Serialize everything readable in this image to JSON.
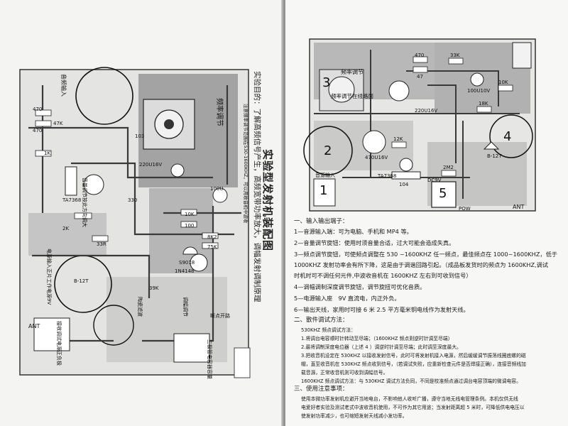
{
  "left": {
    "title": "实验型发射机装配图",
    "subtitle": "实验目的：了解高频信号产生，高频宽带功率放大，调幅发射调制原理",
    "board_labels": {
      "audio_in": "音频输入",
      "power": "电源输入正片工作电源9V",
      "freq_tune": "频率调节",
      "freq_note": "注意频率调节范围在530-1600KHZ，可以用收音机中波收",
      "ant": "ANT",
      "r470a": "470",
      "r47": "47K",
      "r470b": "470",
      "r1k": "1K",
      "r2k": "2K",
      "r10k": "10K",
      "r330": "330",
      "r33": "33R",
      "r100": "100",
      "r8k2": "8K2",
      "r75k": "75K",
      "r39k": "39K",
      "q1": "S9018",
      "d1": "1N4148",
      "ic": "TA7368",
      "vol1": "音量调节按此方向调大",
      "vol2": "调幅调节",
      "ceramic": "陶瓷滤波",
      "b12": "B-12T",
      "note_left": "接收调试电源正负极",
      "cap": "103",
      "elec1": "220U16V",
      "elec2": "100U",
      "dots": "断点开路",
      "tri": "三极管电容器容量"
    }
  },
  "right": {
    "board_labels": {
      "freq_tune": "频率调节",
      "freq_range": "频率调节在线路面",
      "ant": "ANT",
      "audio_in": "音源输入",
      "ic": "TA7368",
      "r470": "470",
      "r47": "47",
      "r33k": "33K",
      "r18k": "18K",
      "r10k": "10K",
      "rs": "12K",
      "r2m": "2M2",
      "b12": "B-12T",
      "pwr": "POW",
      "n1": "1",
      "n2": "2",
      "n3": "3",
      "n4": "4",
      "n5": "5",
      "elec": "470U16V",
      "elec2": "100U10V",
      "elec3": "220U16V",
      "cap104": "104",
      "pwrin": "DC9V"
    },
    "sections": [
      {
        "text": "一、输入输出端子：",
        "cls": "head"
      },
      {
        "text": "1—音源输入端：可为电脑、手机和 MP4 等。",
        "cls": ""
      },
      {
        "text": "2—音量调节旋钮：使用时须音量合适，过大可能会造成失真。",
        "cls": ""
      },
      {
        "text": "3—频点调节旋钮，可使频点调整在 530 ~1600KHZ 任一频点，最佳频点在 1000~1600KHZ，低于",
        "cls": ""
      },
      {
        "text": "1000KHZ 发射功率会有所下降，这是由于调谐回路引起。（成品板发货时的频点为 1600KHZ,调试",
        "cls": ""
      },
      {
        "text": "时机时可不调任何元件,中波收音机在 1600KHZ 左右到可收到信号）",
        "cls": ""
      },
      {
        "text": "4—调幅调制深度调节旋钮，调节旋扭可优化音质。",
        "cls": ""
      },
      {
        "text": "5—电源输入座　9V 直流电，内正外负。",
        "cls": ""
      },
      {
        "text": "6—输出天线，家用时可接 6 米 2.5 平方毫米铜电线作为发射天线。",
        "cls": ""
      },
      {
        "text": "二、散件调试方法：",
        "cls": "head"
      },
      {
        "text": "530KHZ 频点调试方法：",
        "cls": "small"
      },
      {
        "text": "1.将调台电容顺时针转动至尽端；（1600KHZ 频点则逆时针调至尽端）",
        "cls": "small"
      },
      {
        "text": "2.最将调制深度电位器（上述 4 ）调逆时针调至尽端；此时调至深度最大。",
        "cls": "small"
      },
      {
        "text": "3.把收音机设定在 530KHZ 以接收发射信号，此时可将发射机接入电源，然后缓缓调节振荡线圈底螺的磁",
        "cls": "small"
      },
      {
        "text": "帽，直至收音机在 530KHZ 频点收到信号，（若调试失败，应重新检查元件是否焊接正确），连接音频线加",
        "cls": "small"
      },
      {
        "text": "载音源，正常收音机则可收到调幅信号。",
        "cls": "small"
      },
      {
        "text": "1600KHZ 频点调试方法：与 530KHZ 调试方法负同，不同是校准频点通过调台电容顶端的微调电容。",
        "cls": "small"
      },
      {
        "text": "",
        "cls": ""
      },
      {
        "text": "三、使用注意事项：",
        "cls": "head"
      },
      {
        "text": "使用本微功率发射机应避开当地电台，不影响他人收听广播，遵守当地无线电管理条例。本机仅供无线",
        "cls": "small"
      },
      {
        "text": "电爱好者实验及测试老式中波收音机使用，不可作为其它用途；当发射距离超 5 米时，可降低供电电压以",
        "cls": "small"
      },
      {
        "text": "使发射功率减少，也可缩短发射天线减小发功率。",
        "cls": "small"
      }
    ]
  },
  "colors": {
    "pcb_dark": "#555555",
    "pcb_mid": "#9a9a9a",
    "pcb_light": "#c9c9c9",
    "paper": "#f7f7f6"
  }
}
